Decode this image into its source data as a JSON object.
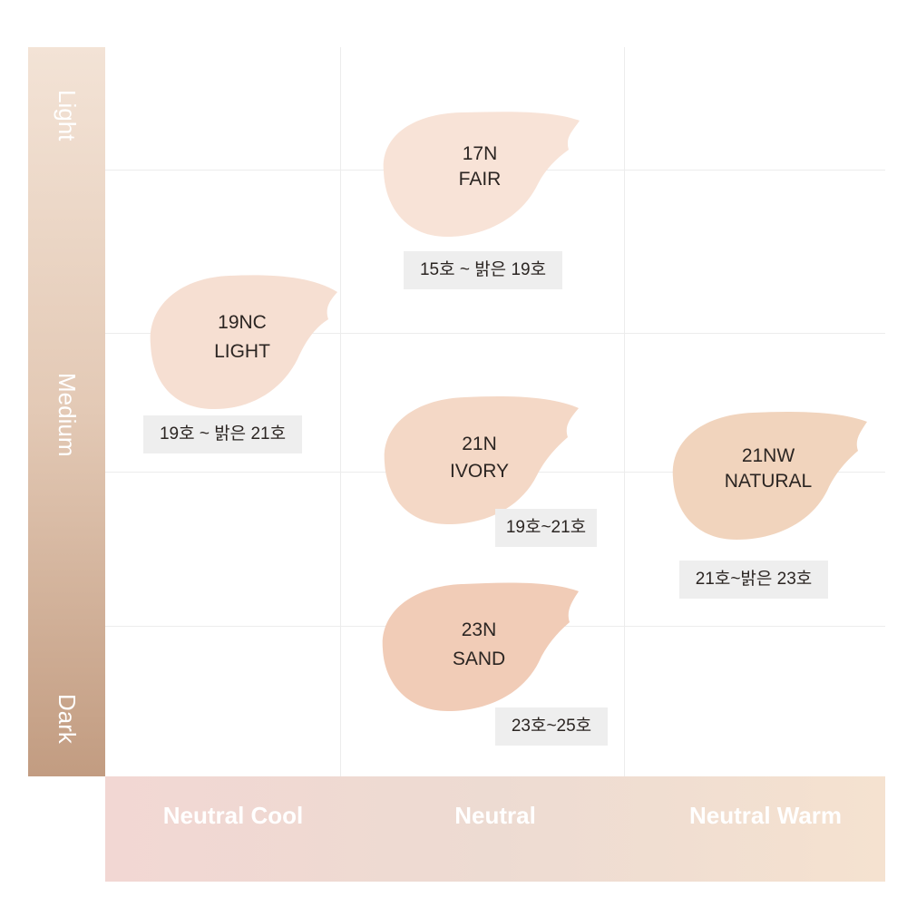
{
  "y_axis": {
    "levels": [
      "Light",
      "Medium",
      "Dark"
    ]
  },
  "x_axis": {
    "levels": [
      "Neutral Cool",
      "Neutral",
      "Neutral Warm"
    ]
  },
  "shades": [
    {
      "code": "17N",
      "name": "FAIR",
      "range": "15호 ~ 밝은 19호",
      "color": "#f8e3d7"
    },
    {
      "code": "19NC",
      "name": "LIGHT",
      "range": "19호 ~ 밝은 21호",
      "color": "#f6dfd2"
    },
    {
      "code": "21N",
      "name": "IVORY",
      "range": "19호~21호",
      "color": "#f4d8c6"
    },
    {
      "code": "21NW",
      "name": "NATURAL",
      "range": "21호~밝은 23호",
      "color": "#f1d4bd"
    },
    {
      "code": "23N",
      "name": "SAND",
      "range": "23호~25호",
      "color": "#f1ccb7"
    }
  ]
}
